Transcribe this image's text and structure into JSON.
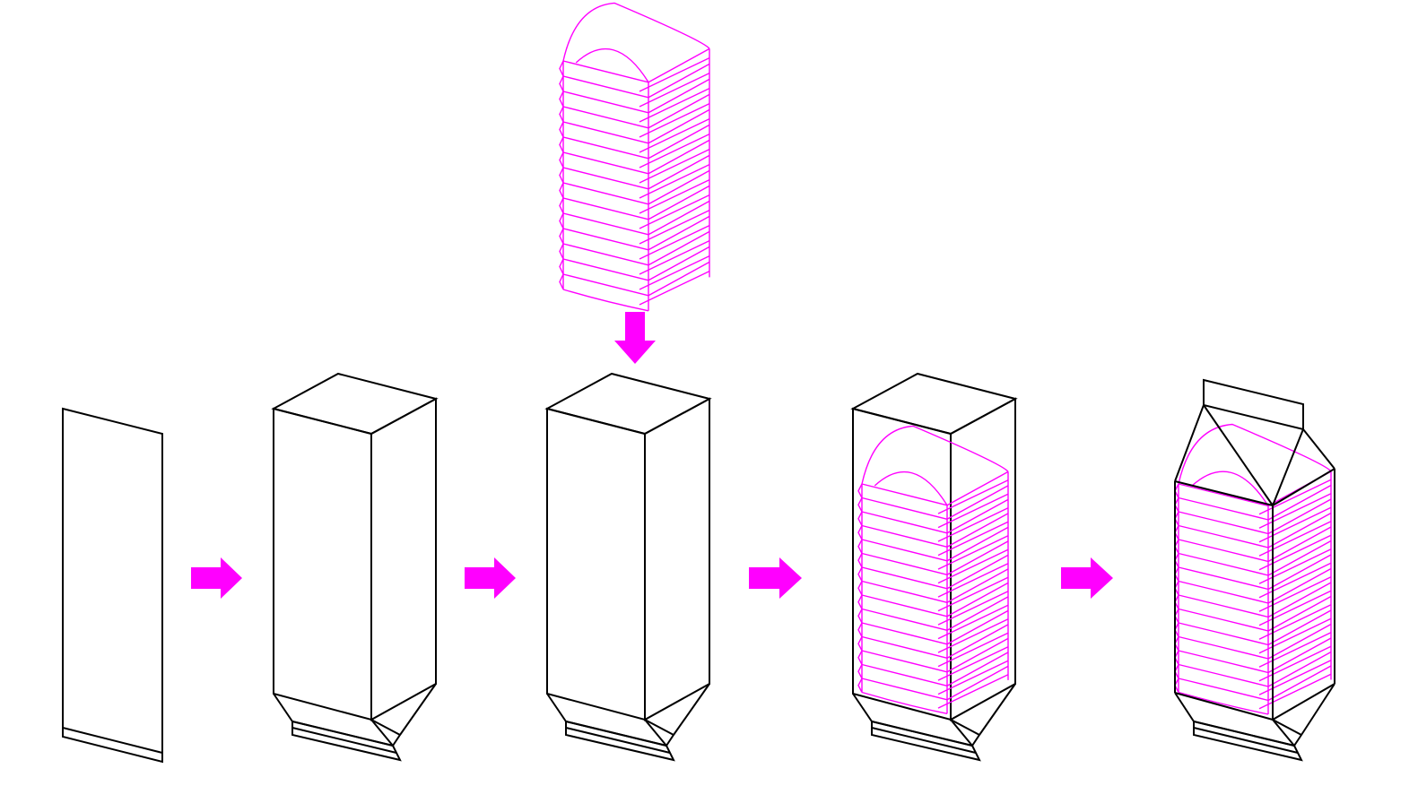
{
  "diagram": {
    "kind": "process-flow",
    "steps": [
      {
        "id": "flat-film",
        "icon": "flat-film-sheet-icon"
      },
      {
        "id": "formed-bag",
        "icon": "open-box-bag-icon"
      },
      {
        "id": "bag-filling",
        "icon": "open-box-bag-icon",
        "incoming": "stacked-product-icon"
      },
      {
        "id": "filled-bag",
        "icon": "filled-bag-icon"
      },
      {
        "id": "sealed-bag",
        "icon": "sealed-bag-icon"
      }
    ],
    "connectors": {
      "count": 4,
      "direction": "right",
      "icon": "right-arrow-icon"
    },
    "feed_arrow": {
      "direction": "down",
      "icon": "down-arrow-icon"
    },
    "stack_layers": 15
  },
  "colors": {
    "outline": "#000000",
    "product": "#ff00ff",
    "arrow": "#ff00ff",
    "background": "#ffffff"
  }
}
